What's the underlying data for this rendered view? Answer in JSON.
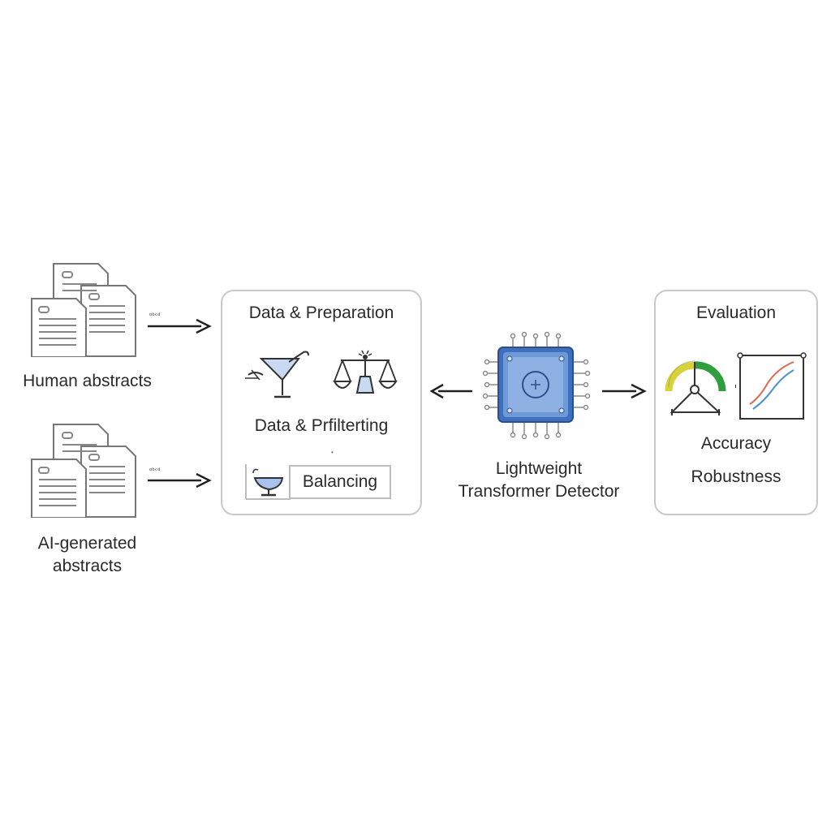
{
  "inputs": {
    "human_label": "Human abstracts",
    "ai_label_line1": "AI-generated",
    "ai_label_line2": "abstracts",
    "arrow_tag_1": "ᵅᵇᶜᵈ",
    "arrow_tag_2": "ᵅᵇᶜᵈ"
  },
  "prep": {
    "title": "Data & Preparation",
    "filter_label": "Data & Prfilterting",
    "balance_label": "Balancing",
    "stray_mark": "•"
  },
  "detector": {
    "label_line1": "Lightweight",
    "label_line2": "Transformer Detector"
  },
  "evaluation": {
    "title": "Evaluation",
    "metric1": "Accuracy",
    "metric2": "Robustness"
  },
  "colors": {
    "chip_blue": "#4f7fc9",
    "chip_light": "#a9c3ec",
    "gauge_yellow": "#d7d23a",
    "gauge_green": "#2e9f3c",
    "line_red": "#e0684f",
    "line_blue": "#4a90d9",
    "arrow": "#222222",
    "box_border": "#c9c9c9"
  }
}
